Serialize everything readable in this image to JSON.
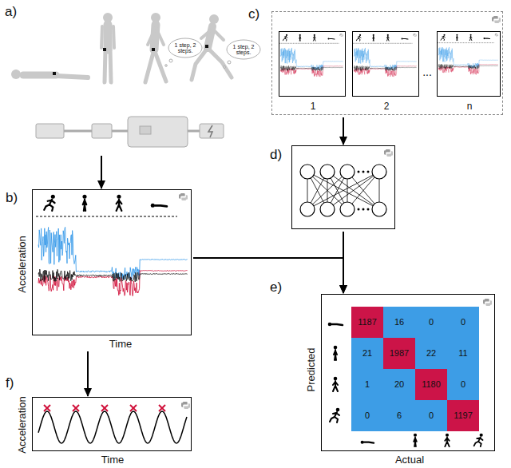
{
  "diagram": {
    "nodes": [
      {
        "text": [
          "a)"
        ]
      },
      {
        "text": [
          "b)",
          "Acceleration",
          "Time"
        ]
      },
      {
        "text": [
          "c)"
        ]
      },
      {
        "text": [
          "1"
        ],
        "in": 2
      },
      {
        "text": [
          "2"
        ],
        "in": 2
      },
      {
        "text": [
          "n"
        ],
        "in": 2
      },
      {
        "text": [
          "d)"
        ]
      },
      {
        "text": [
          "e)",
          "Predicted",
          "Actual"
        ]
      },
      {
        "text": [
          "f)",
          "Acceleration",
          "Time"
        ]
      }
    ],
    "edges": [
      {
        "from": 0,
        "to": 1,
        "arrow": "to"
      },
      {
        "from": 1,
        "to": 8,
        "arrow": "to"
      },
      {
        "from": 2,
        "to": 6,
        "arrow": "to"
      },
      {
        "from": 6,
        "to": 7,
        "arrow": "to"
      },
      {
        "from": 1,
        "to": 7,
        "arrow": "to"
      }
    ],
    "labels": [
      "1 step, 2 steps.",
      "1 step, 2 steps.",
      "...",
      "1187",
      "16",
      "0",
      "0",
      "21",
      "1987",
      "22",
      "11",
      "1",
      "20",
      "1180",
      "0",
      "0",
      "6",
      "0",
      "1197"
    ]
  }
}
